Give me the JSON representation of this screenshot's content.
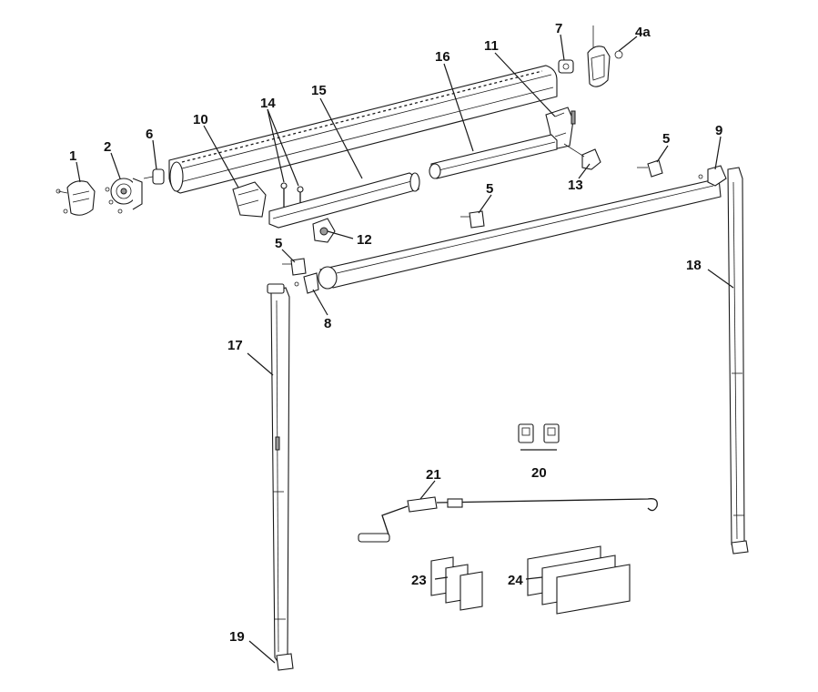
{
  "callouts": {
    "c1": "1",
    "c2": "2",
    "c4a": "4a",
    "c5a": "5",
    "c5b": "5",
    "c5c": "5",
    "c6": "6",
    "c7": "7",
    "c8": "8",
    "c9": "9",
    "c10": "10",
    "c11": "11",
    "c12": "12",
    "c13": "13",
    "c14": "14",
    "c15": "15",
    "c16": "16",
    "c17": "17",
    "c18": "18",
    "c19": "19",
    "c20": "20",
    "c21": "21",
    "c23": "23",
    "c24": "24"
  },
  "icons": {
    "end_cap": "end-cap-icon",
    "spring_head": "spring-head-icon",
    "bracket": "bracket-icon",
    "pin": "pin-icon",
    "roller_tube": "roller-tube-icon",
    "arm": "arm-icon",
    "crank": "crank-handle-icon",
    "mounting_plate": "mounting-plate-icon"
  }
}
